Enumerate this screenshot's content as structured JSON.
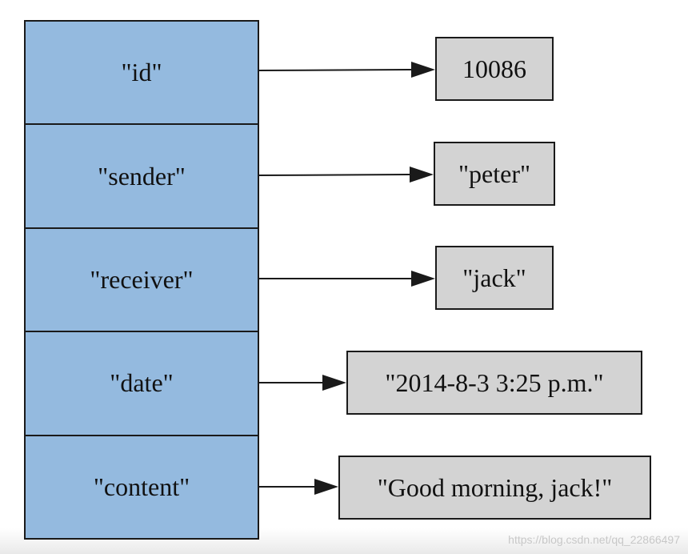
{
  "keys": [
    "\"id\"",
    "\"sender\"",
    "\"receiver\"",
    "\"date\"",
    "\"content\""
  ],
  "values": [
    "10086",
    "\"peter\"",
    "\"jack\"",
    "\"2014-8-3 3:25 p.m.\"",
    "\"Good morning, jack!\""
  ],
  "watermark": "https://blog.csdn.net/qq_22866497",
  "colors": {
    "key_fill": "#94badf",
    "value_fill": "#d3d3d3",
    "stroke": "#1a1a1a"
  }
}
